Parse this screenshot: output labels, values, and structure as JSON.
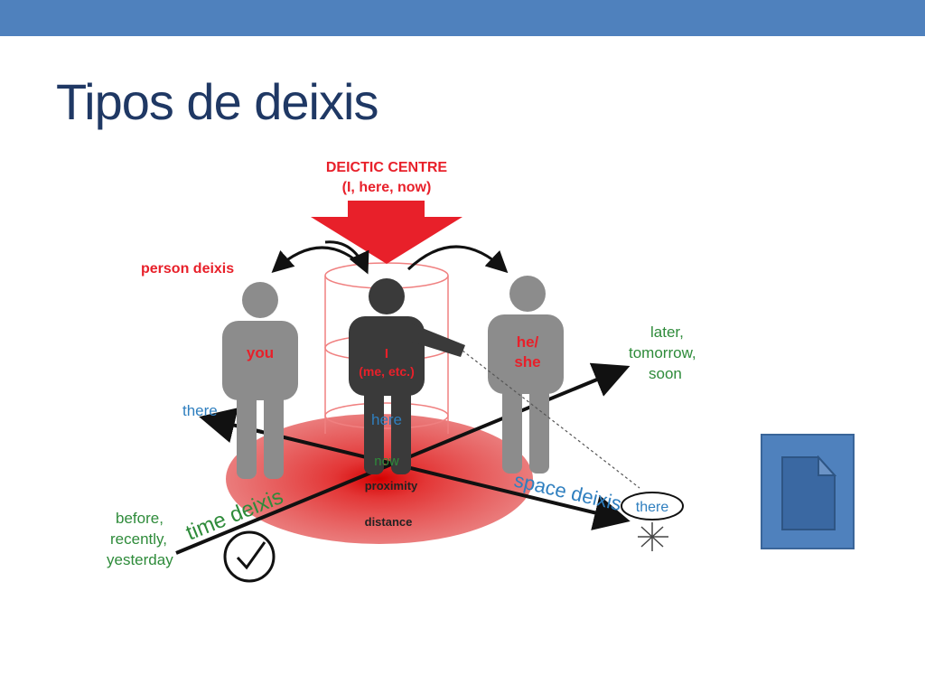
{
  "slide": {
    "title": "Tipos de deixis",
    "colors": {
      "accent": "#4f81bd",
      "title": "#1f3864"
    }
  },
  "diagram": {
    "center_title": "DEICTIC CENTRE",
    "center_subtitle": "(I, here, now)",
    "person_deixis": "person deixis",
    "you": "you",
    "i": "I",
    "i_sub": "(me, etc.)",
    "he": "he/",
    "she": "she",
    "here": "here",
    "now": "now",
    "proximity": "proximity",
    "distance": "distance",
    "there_left": "there",
    "there_right": "there",
    "later": "later,",
    "tomorrow": "tomorrow,",
    "soon": "soon",
    "before": "before,",
    "recently": "recently,",
    "yesterday": "yesterday",
    "time_deixis": "time deixis",
    "space_deixis": "space deixis",
    "colors": {
      "red": "#e8202a",
      "green": "#2e8b3a",
      "blue": "#2f7fbf",
      "gray": "#8c8c8c",
      "dark": "#3a3a3a"
    }
  },
  "side_button": {
    "icon": "document-icon"
  }
}
